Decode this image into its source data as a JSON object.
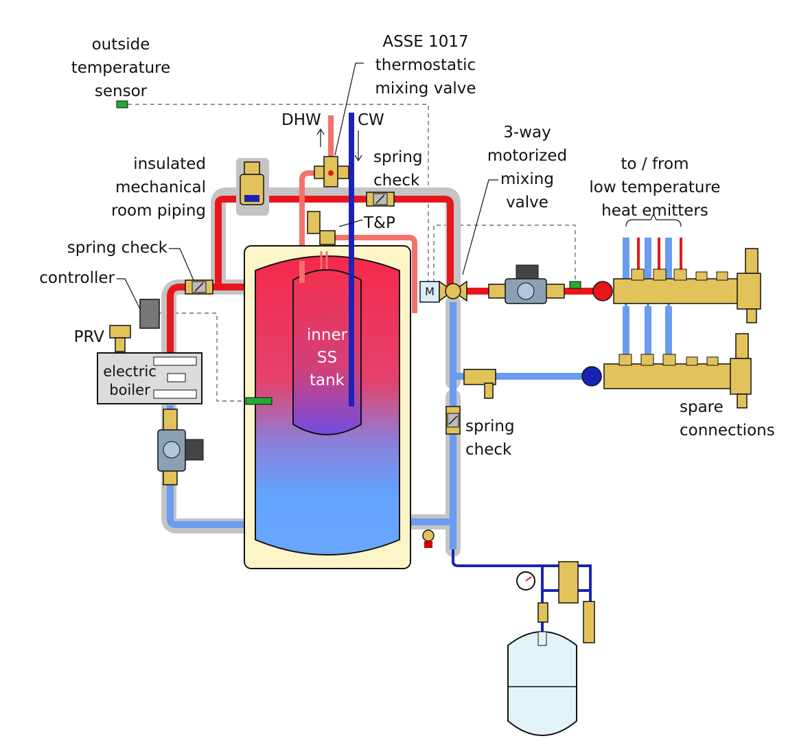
{
  "labels": {
    "outside_sensor": "outside\ntemperature\nsensor",
    "asse_valve": "ASSE 1017\nthermostatic\nmixing valve",
    "dhw": "DHW",
    "cw": "CW",
    "insulated_piping": "insulated\nmechanical\nroom piping",
    "spring_check_top": "spring\ncheck",
    "t_and_p": "T&P",
    "three_way_valve": "3-way\nmotorized\nmixing\nvalve",
    "emitters": "to / from\nlow temperature\nheat emitters",
    "spring_check_left": "spring check",
    "controller": "controller",
    "prv": "PRV",
    "electric_boiler": "electric\nboiler",
    "inner_tank": "inner\nSS\ntank",
    "spring_check_right": "spring\ncheck",
    "spare_connections": "spare\nconnections",
    "motor": "M"
  },
  "colors": {
    "hot_pipe": "#e8161b",
    "dhw_pipe": "#f4716a",
    "cool_pipe": "#6a9cf0",
    "cold_water": "#1c22b8",
    "insulation": "#c4c4c4",
    "brass": "#e2c25a",
    "tank_jacket": "#fdf5c8",
    "tank_top": "#f52f52",
    "tank_bottom": "#62a4ff",
    "boiler": "#dcdcdc",
    "expansion_tank": "#e2f4f8"
  }
}
